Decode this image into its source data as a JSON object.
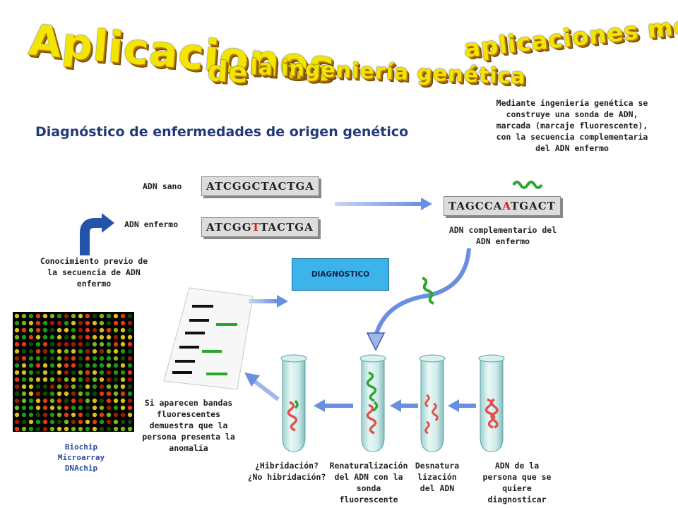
{
  "title": {
    "part1": "Aplicaciones",
    "part2": "de",
    "part3": "la ingeniería genética",
    "part4": "aplicaciones médicas"
  },
  "subtitle": "Diagnóstico de enfermedades de origen genético",
  "sequences": {
    "healthy_label": "ADN sano",
    "healthy_seq": "ATCGGCTACTGA",
    "sick_label": "ADN enfermo",
    "sick_seq_a": "ATCGG",
    "sick_seq_b": "T",
    "sick_seq_c": "TACTGA",
    "complement_seq_a": "TAGCCA",
    "complement_seq_b": "A",
    "complement_seq_c": "TGACT",
    "complement_label": "ADN complementario del ADN enfermo"
  },
  "probe_text": "Mediante ingeniería genética se construye una sonda de ADN, marcada (marcaje fluorescente), con la secuencia complementaria del ADN enfermo",
  "prior_knowledge": "Conocimiento previo de la secuencia de ADN enfermo",
  "diagnostico": "DIAGNÓSTICO",
  "bands_text": "Si aparecen bandas fluorescentes demuestra que la persona presenta la anomalía",
  "biochip": {
    "line1": "Biochip",
    "line2": "Microarray",
    "line3": "DNAchip"
  },
  "tubes": {
    "t1a": "¿Hibridación?",
    "t1b": "¿No hibridación?",
    "t2": "Renaturalización del ADN con la sonda fluorescente",
    "t3": "Desnatura lización del ADN",
    "t4": "ADN de la persona que se quiere diagnosticar"
  },
  "colors": {
    "title_yellow": "#f2e600",
    "subtitle_blue": "#223a7a",
    "arrow_blue": "#6a8fe0",
    "probe_green": "#2aa82a",
    "dna_red": "#e25050",
    "diag_box": "#3cb4ea"
  }
}
